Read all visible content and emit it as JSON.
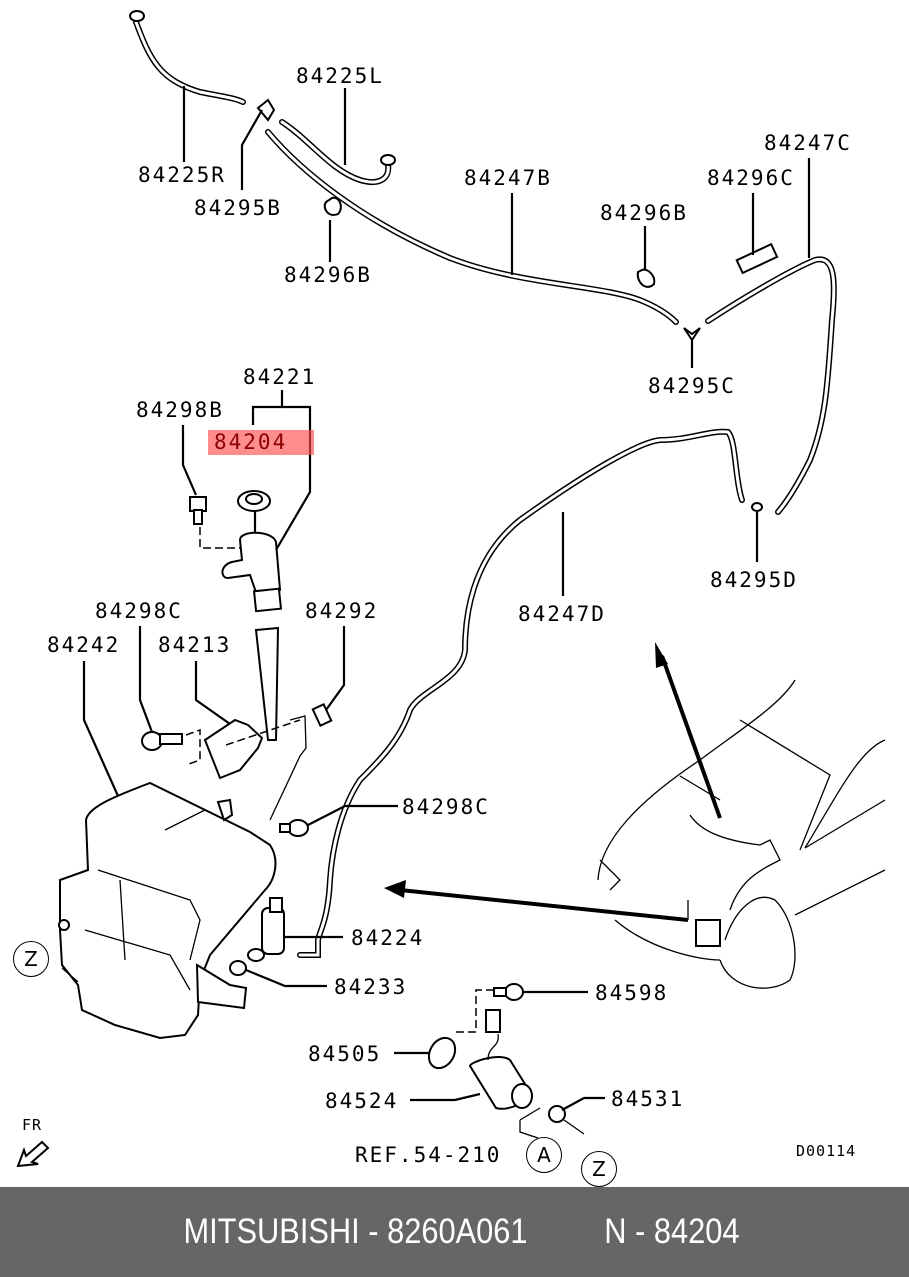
{
  "diagram": {
    "title": "Windshield washer system parts diagram",
    "labels": {
      "p84225L": "84225L",
      "p84225R": "84225R",
      "p84295B": "84295B",
      "p84296B_top": "84296B",
      "p84247B": "84247B",
      "p84296B_mid": "84296B",
      "p84296C": "84296C",
      "p84247C": "84247C",
      "p84295C": "84295C",
      "p84221": "84221",
      "p84298B": "84298B",
      "p84204": "84204",
      "p84295D": "84295D",
      "p84247D": "84247D",
      "p84298C_top": "84298C",
      "p84292": "84292",
      "p84242": "84242",
      "p84213": "84213",
      "p84298C_mid": "84298C",
      "p84224": "84224",
      "p84233": "84233",
      "p84598": "84598",
      "p84505": "84505",
      "p84524": "84524",
      "p84531": "84531",
      "ref": "REF.54-210",
      "fr": "FR",
      "drawing_code": "D00114"
    },
    "highlighted_part": "84204",
    "highlight_color": "#ff5050",
    "callouts": {
      "z_left": "Z",
      "z_right": "Z",
      "a": "A"
    }
  },
  "footer": {
    "brand_part": "MITSUBISHI - 8260A061",
    "ref_number": "N - 84204",
    "background": "#666666"
  }
}
